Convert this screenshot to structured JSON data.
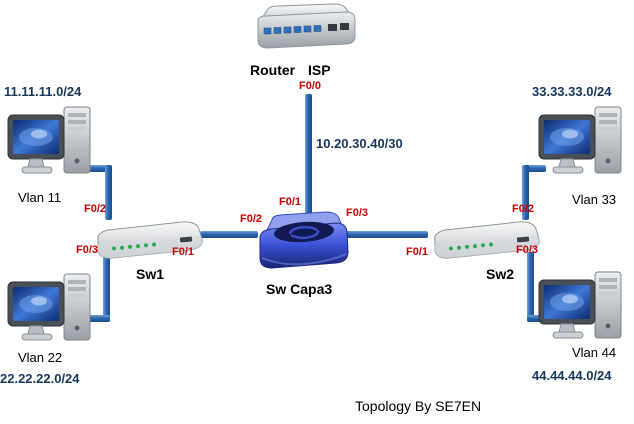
{
  "diagram": {
    "title": "Topology By SE7EN",
    "router": {
      "label": "Router",
      "sublabel": "ISP",
      "port_wan": "F0/0"
    },
    "wan_link_label": "10.20.30.40/30",
    "core_switch": {
      "label": "Sw Capa3",
      "port_top": "F0/1",
      "port_left": "F0/2",
      "port_right": "F0/3"
    },
    "switch_left": {
      "label": "Sw1",
      "port_top": "F0/2",
      "port_bottom": "F0/3",
      "port_right": "F0/1"
    },
    "switch_right": {
      "label": "Sw2",
      "port_top": "F0/2",
      "port_bottom": "F0/3",
      "port_left": "F0/1"
    },
    "pcs": [
      {
        "vlan": "Vlan 11",
        "network": "11.11.11.0/24",
        "position": "top-left"
      },
      {
        "vlan": "Vlan 22",
        "network": "22.22.22.0/24",
        "position": "bottom-left"
      },
      {
        "vlan": "Vlan 33",
        "network": "33.33.33.0/24",
        "position": "top-right"
      },
      {
        "vlan": "Vlan 44",
        "network": "44.44.44.0/24",
        "position": "bottom-right"
      }
    ],
    "connections": [
      {
        "from": "Router ISP F0/0",
        "to": "Sw Capa3 F0/1",
        "label": "10.20.30.40/30"
      },
      {
        "from": "Sw1 F0/1",
        "to": "Sw Capa3 F0/2"
      },
      {
        "from": "Sw2 F0/1",
        "to": "Sw Capa3 F0/3"
      },
      {
        "from": "Vlan 11 PC",
        "to": "Sw1 F0/2"
      },
      {
        "from": "Vlan 22 PC",
        "to": "Sw1 F0/3"
      },
      {
        "from": "Vlan 33 PC",
        "to": "Sw2 F0/2"
      },
      {
        "from": "Vlan 44 PC",
        "to": "Sw2 F0/3"
      }
    ],
    "colors": {
      "link": "#2c67b0",
      "port_label": "#cc0000",
      "network_label": "#17365d"
    }
  }
}
